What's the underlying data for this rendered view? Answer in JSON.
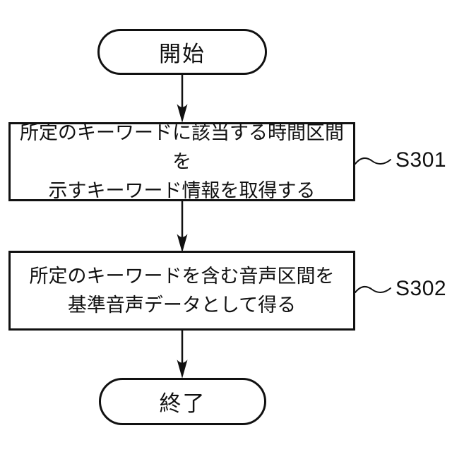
{
  "flowchart": {
    "start_label": "開始",
    "end_label": "終了",
    "steps": [
      {
        "id": "S301",
        "text": "所定のキーワードに該当する時間区間を\n示すキーワード情報を取得する"
      },
      {
        "id": "S302",
        "text": "所定のキーワードを含む音声区間を\n基準音声データとして得る"
      }
    ],
    "colors": {
      "stroke": "#111111",
      "background": "#ffffff"
    }
  }
}
